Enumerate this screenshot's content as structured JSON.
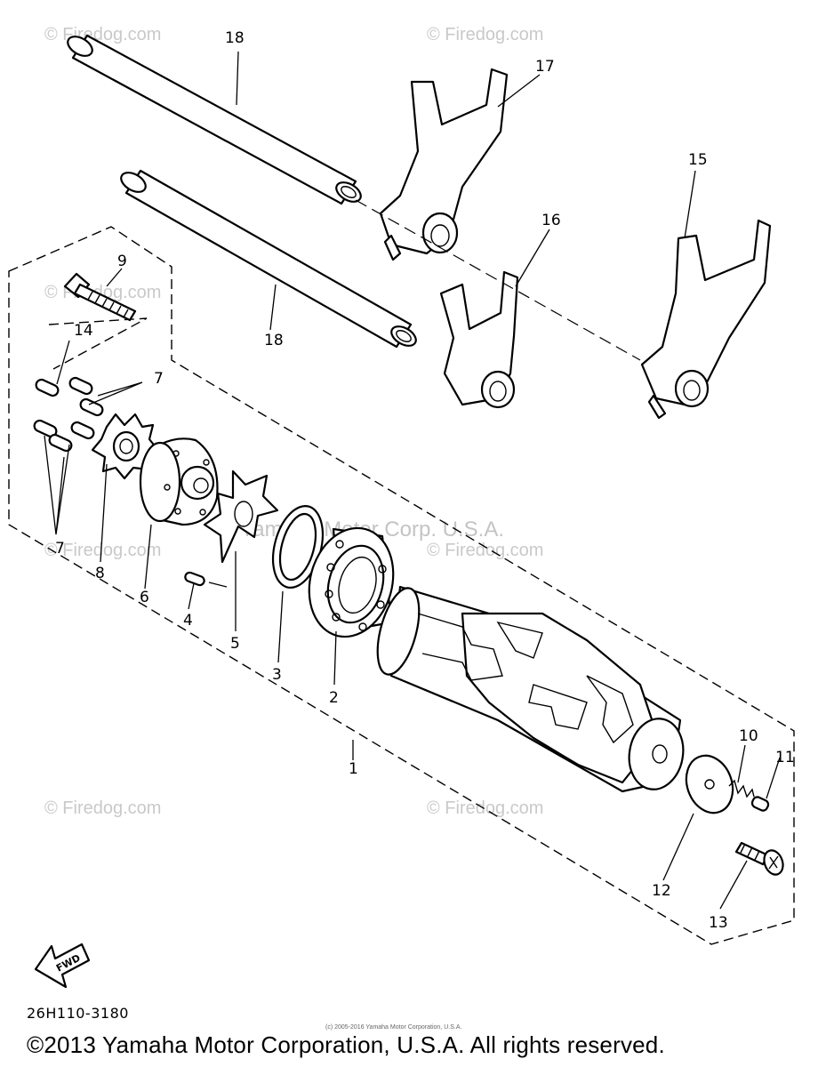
{
  "watermark": {
    "site": "© Firedog.com",
    "corp": "Yamaha Motor Corp. U.S.A."
  },
  "callouts": {
    "c1": "1",
    "c2": "2",
    "c3": "3",
    "c4": "4",
    "c5": "5",
    "c6": "6",
    "c7a": "7",
    "c7b": "7",
    "c8": "8",
    "c9": "9",
    "c10": "10",
    "c11": "11",
    "c12": "12",
    "c13": "13",
    "c14": "14",
    "c15": "15",
    "c16": "16",
    "c17": "17",
    "c18a": "18",
    "c18b": "18"
  },
  "fwd_label": "FWD",
  "diagram_code": "26H110-3180",
  "small_print": "(c) 2005-2016 Yamaha Motor Corporation, U.S.A.",
  "copyright": "©2013 Yamaha Motor Corporation, U.S.A. All rights reserved."
}
